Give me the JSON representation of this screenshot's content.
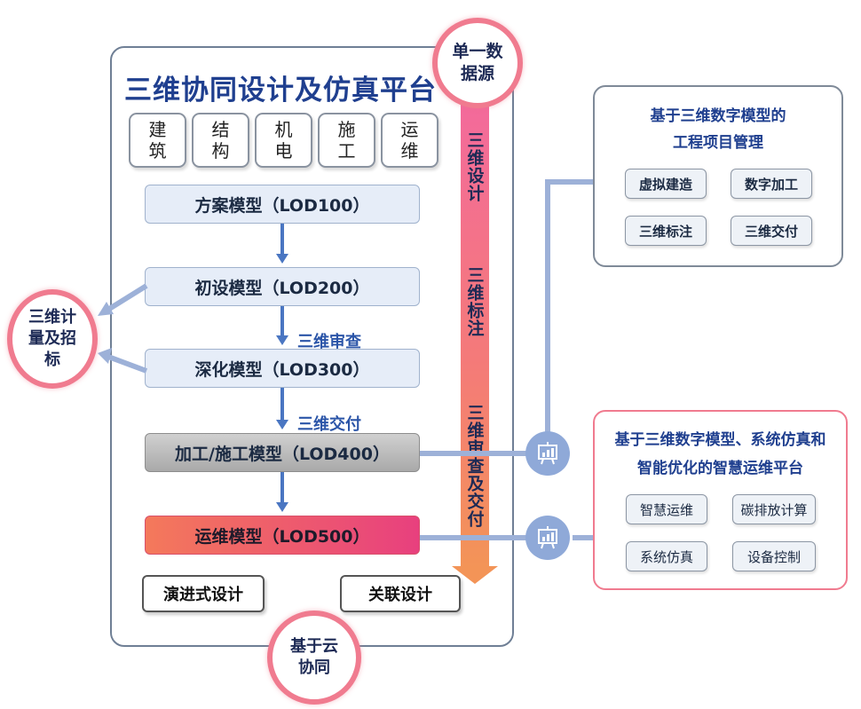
{
  "title": "三维协同设计及仿真平台",
  "disciplines": [
    "建筑",
    "结构",
    "机电",
    "施工",
    "运维"
  ],
  "models": [
    "方案模型（LOD100）",
    "初设模型（LOD200）",
    "深化模型（LOD300）",
    "加工/施工模型（LOD400）",
    "运维模型（LOD500）"
  ],
  "steps": [
    "三维审查",
    "三维交付"
  ],
  "bottom_buttons": [
    "演进式设计",
    "关联设计"
  ],
  "badges": {
    "single_source": "单一数据源",
    "cloud": "基于云协同",
    "bill": "三维计量及招标"
  },
  "vertical_bar": [
    "三维设计",
    "三维标注",
    "三维审查及交付"
  ],
  "project_mgmt": {
    "title_line1": "基于三维数字模型的",
    "title_line2": "工程项目管理",
    "items": [
      "虚拟建造",
      "数字加工",
      "三维标注",
      "三维交付"
    ]
  },
  "om_platform": {
    "title_line1": "基于三维数字模型、系统仿真和",
    "title_line2": "智能优化的智慧运维平台",
    "items": [
      "智慧运维",
      "碳排放计算",
      "系统仿真",
      "设备控制"
    ]
  },
  "colors": {
    "title_blue": "#1f3f8f",
    "arrow_blue": "#4a76c2",
    "connector": "#9db1d8",
    "badge_ring": "#f07b8f",
    "lod500_start": "#f4795b",
    "lod500_end": "#e8407e"
  }
}
